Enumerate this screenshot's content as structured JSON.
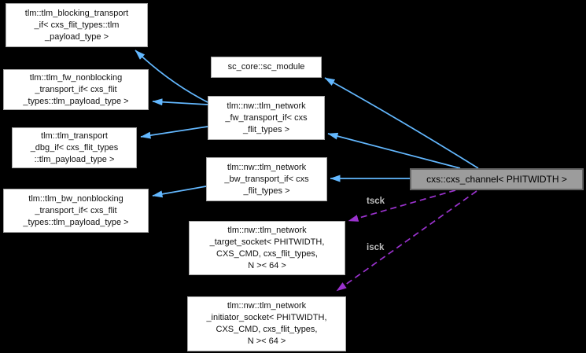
{
  "colors": {
    "background": "#000000",
    "node_fill": "#ffffff",
    "node_border": "#a9a9a9",
    "node_text": "#111111",
    "main_node_fill": "#9c9c9c",
    "main_node_border": "#656565",
    "inheritance_edge": "#63b8ff",
    "usage_edge": "#9a32cd",
    "edge_label_text": "#bdbdbd"
  },
  "nodes": [
    {
      "id": "tlm-blocking-transport-if",
      "lines": [
        "tlm::tlm_blocking_transport",
        "_if< cxs_flit_types::tlm",
        "_payload_type >"
      ]
    },
    {
      "id": "tlm-fw-nonblocking-transport-if",
      "lines": [
        "tlm::tlm_fw_nonblocking",
        "_transport_if< cxs_flit",
        "_types::tlm_payload_type >"
      ]
    },
    {
      "id": "tlm-transport-dbg-if",
      "lines": [
        "tlm::tlm_transport",
        "_dbg_if< cxs_flit_types",
        "::tlm_payload_type >"
      ]
    },
    {
      "id": "tlm-bw-nonblocking-transport-if",
      "lines": [
        "tlm::tlm_bw_nonblocking",
        "_transport_if< cxs_flit",
        "_types::tlm_payload_type >"
      ]
    },
    {
      "id": "sc-core-sc-module",
      "lines": [
        "sc_core::sc_module"
      ]
    },
    {
      "id": "tlm-nw-network-fw-transport-if",
      "lines": [
        "tlm::nw::tlm_network",
        "_fw_transport_if< cxs",
        "_flit_types >"
      ]
    },
    {
      "id": "tlm-nw-network-bw-transport-if",
      "lines": [
        "tlm::nw::tlm_network",
        "_bw_transport_if< cxs",
        "_flit_types >"
      ]
    },
    {
      "id": "tlm-nw-network-target-socket",
      "lines": [
        "tlm::nw::tlm_network",
        "_target_socket< PHITWIDTH,",
        "CXS_CMD, cxs_flit_types,",
        "N >< 64 >"
      ]
    },
    {
      "id": "tlm-nw-network-initiator-socket",
      "lines": [
        "tlm::nw::tlm_network",
        "_initiator_socket< PHITWIDTH,",
        "CXS_CMD, cxs_flit_types,",
        "N >< 64 >"
      ]
    }
  ],
  "main_node": {
    "label": "cxs::cxs_channel< PHITWIDTH >"
  },
  "edge_labels": {
    "tsck": "tsck",
    "isck": "isck"
  },
  "edges": [
    {
      "type": "inheritance",
      "from": "tlm-nw-network-fw-transport-if",
      "to": "tlm-blocking-transport-if"
    },
    {
      "type": "inheritance",
      "from": "tlm-nw-network-fw-transport-if",
      "to": "tlm-fw-nonblocking-transport-if"
    },
    {
      "type": "inheritance",
      "from": "tlm-nw-network-fw-transport-if",
      "to": "tlm-transport-dbg-if"
    },
    {
      "type": "inheritance",
      "from": "tlm-nw-network-bw-transport-if",
      "to": "tlm-bw-nonblocking-transport-if"
    },
    {
      "type": "inheritance",
      "from": "main",
      "to": "sc-core-sc-module"
    },
    {
      "type": "inheritance",
      "from": "main",
      "to": "tlm-nw-network-fw-transport-if"
    },
    {
      "type": "inheritance",
      "from": "main",
      "to": "tlm-nw-network-bw-transport-if"
    },
    {
      "type": "usage",
      "label": "tsck",
      "from": "main",
      "to": "tlm-nw-network-target-socket"
    },
    {
      "type": "usage",
      "label": "isck",
      "from": "main",
      "to": "tlm-nw-network-initiator-socket"
    }
  ]
}
